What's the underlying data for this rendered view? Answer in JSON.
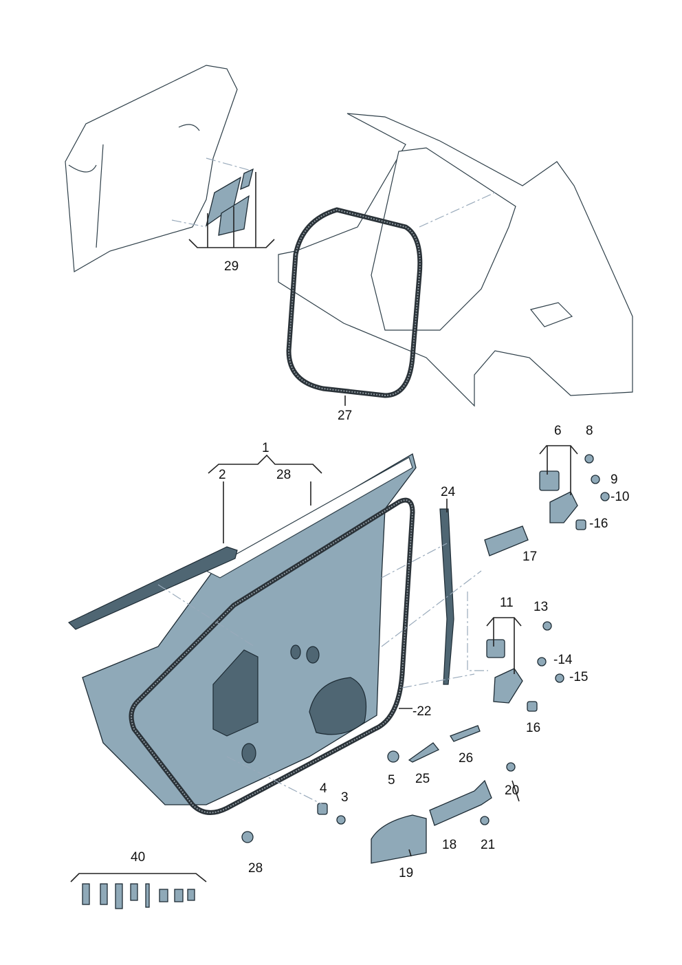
{
  "diagram": {
    "title": "Front door shell and fittings — exploded parts diagram",
    "labels": {
      "l29": "29",
      "l27": "27",
      "l1": "1",
      "l2": "2",
      "l28a": "28",
      "l24": "24",
      "l6": "6",
      "l8": "8",
      "l9": "9",
      "l10": "-10",
      "l16a": "-16",
      "l17": "17",
      "l11": "11",
      "l13": "13",
      "l14": "-14",
      "l15": "-15",
      "l16b": "16",
      "l22": "-22",
      "l26": "26",
      "l5": "5",
      "l25": "25",
      "l4": "4",
      "l3": "3",
      "l28b": "28",
      "l20": "20",
      "l18": "18",
      "l21": "21",
      "l19": "19",
      "l40": "40"
    },
    "colors": {
      "part": "#8fa9b8",
      "dark": "#4f6673",
      "line": "#222222"
    }
  }
}
